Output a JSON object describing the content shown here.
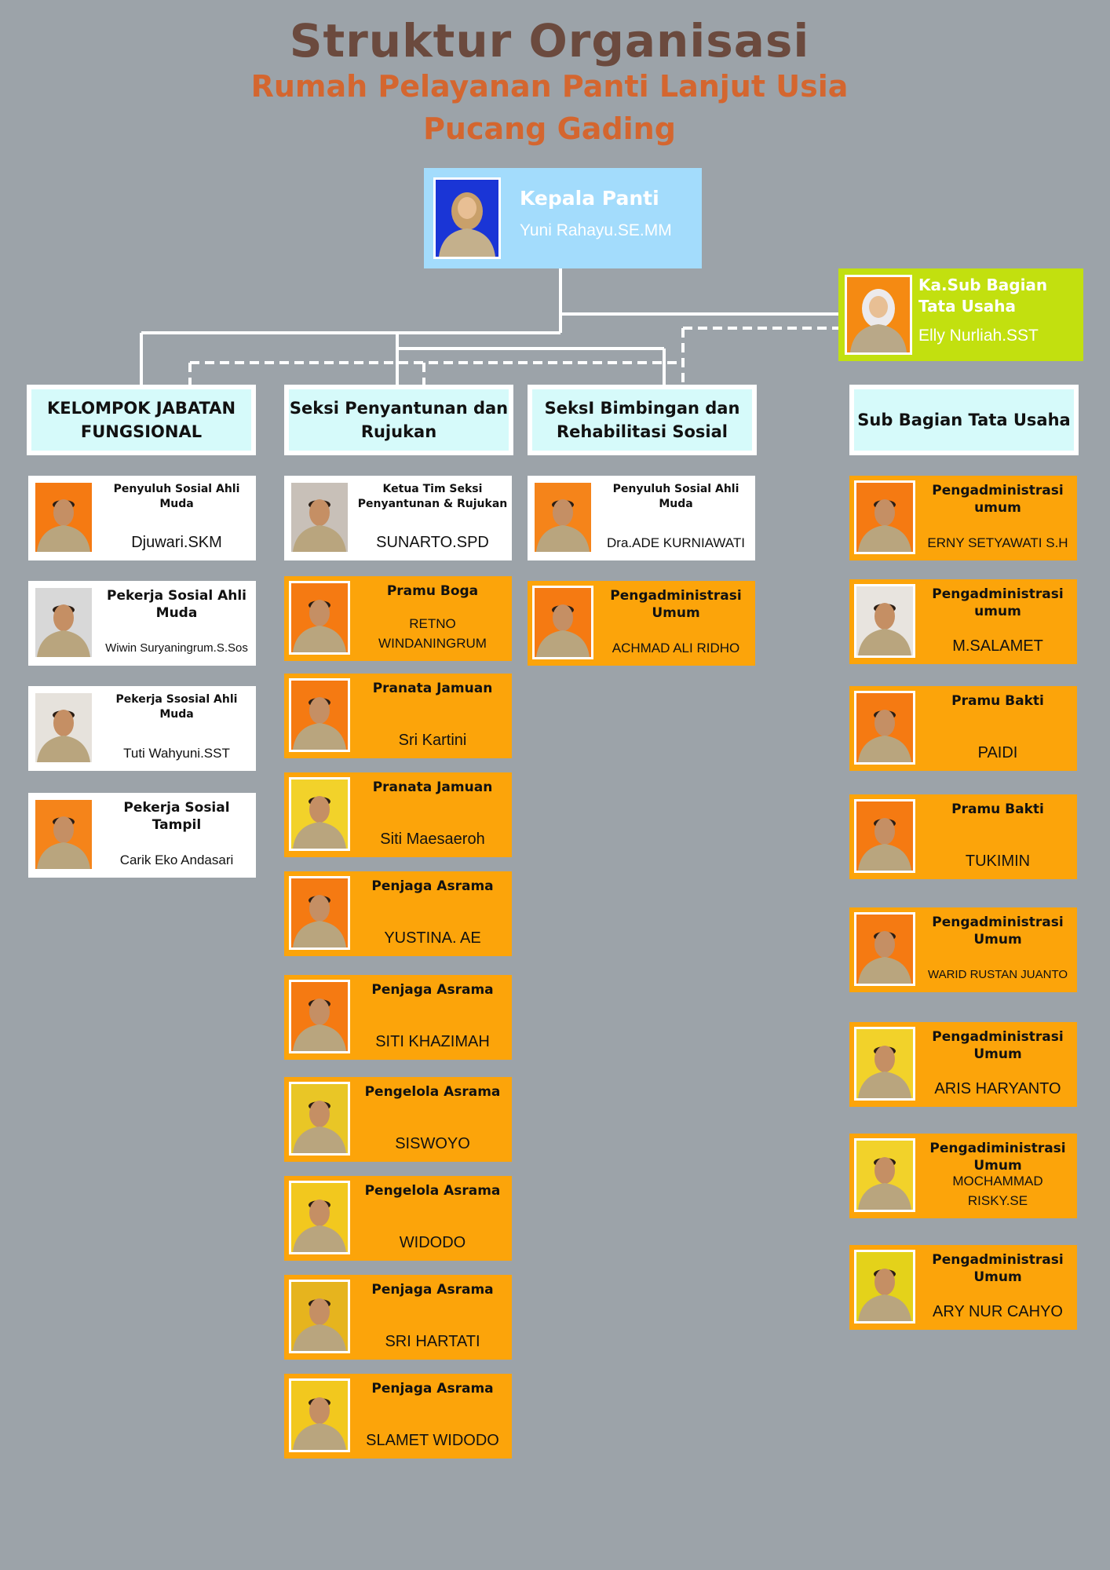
{
  "header": {
    "title": "Struktur Organisasi",
    "subtitle1": "Rumah Pelayanan Panti Lanjut Usia",
    "subtitle2": "Pucang Gading"
  },
  "top": {
    "role": "Kepala Panti",
    "name": "Yuni Rahayu.SE.MM"
  },
  "tu_head": {
    "role": "Ka.Sub Bagian Tata Usaha",
    "name": "Elly Nurliah.SST"
  },
  "sections": {
    "s1": "KELOMPOK JABATAN FUNGSIONAL",
    "s2": "Seksi Penyantunan dan Rujukan",
    "s3": "SeksI Bimbingan dan Rehabilitasi Sosial",
    "s4": "Sub Bagian Tata Usaha"
  },
  "col1": [
    {
      "role": "Penyuluh Sosial Ahli Muda",
      "name": "Djuwari.SKM"
    },
    {
      "role": "Pekerja Sosial Ahli Muda",
      "name": "Wiwin Suryaningrum.S.Sos"
    },
    {
      "role": "Pekerja Ssosial Ahli Muda",
      "name": "Tuti Wahyuni.SST"
    },
    {
      "role": "Pekerja Sosial Tampil",
      "name": "Carik Eko Andasari"
    }
  ],
  "col2": [
    {
      "role": "Ketua Tim Seksi Penyantunan & Rujukan",
      "name": "SUNARTO.SPD"
    },
    {
      "role": "Pramu Boga",
      "name": "RETNO WINDANINGRUM"
    },
    {
      "role": "Pranata Jamuan",
      "name": "Sri Kartini"
    },
    {
      "role": "Pranata Jamuan",
      "name": "Siti Maesaeroh"
    },
    {
      "role": "Penjaga Asrama",
      "name": "YUSTINA. AE"
    },
    {
      "role": "Penjaga Asrama",
      "name": "SITI KHAZIMAH"
    },
    {
      "role": "Pengelola Asrama",
      "name": "SISWOYO"
    },
    {
      "role": "Pengelola Asrama",
      "name": "WIDODO"
    },
    {
      "role": "Penjaga Asrama",
      "name": "SRI HARTATI"
    },
    {
      "role": "Penjaga Asrama",
      "name": "SLAMET WIDODO"
    }
  ],
  "col3": [
    {
      "role": "Penyuluh Sosial Ahli Muda",
      "name": "Dra.ADE KURNIAWATI"
    },
    {
      "role": "Pengadministrasi Umum",
      "name": "ACHMAD ALI RIDHO"
    }
  ],
  "col4": [
    {
      "role": "Pengadministrasi umum",
      "name": "ERNY SETYAWATI S.H"
    },
    {
      "role": "Pengadministrasi umum",
      "name": "M.SALAMET"
    },
    {
      "role": "Pramu Bakti",
      "name": "PAIDI"
    },
    {
      "role": "Pramu Bakti",
      "name": "TUKIMIN"
    },
    {
      "role": "Pengadministrasi Umum",
      "name": "WARID RUSTAN JUANTO"
    },
    {
      "role": "Pengadministrasi Umum",
      "name": "ARIS HARYANTO"
    },
    {
      "role": "Pengadiministrasi Umum",
      "name": "MOCHAMMAD RISKY.SE"
    },
    {
      "role": "Pengadministrasi Umum",
      "name": "ARY NUR CAHYO"
    }
  ]
}
